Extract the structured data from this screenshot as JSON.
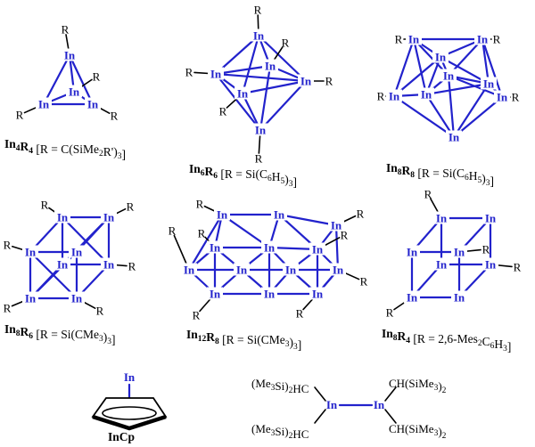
{
  "labels": {
    "in": "In",
    "r": "R",
    "cp_in": "In"
  },
  "captions": [
    {
      "id": "in4r4",
      "formula_parts": [
        [
          "In",
          ""
        ],
        [
          "4",
          "sub"
        ],
        [
          "R",
          ""
        ],
        [
          "4",
          "sub"
        ]
      ],
      "rest_parts": [
        [
          " [R = C(SiMe",
          ""
        ],
        [
          "2",
          "sub"
        ],
        [
          "R')",
          ""
        ],
        [
          "3",
          "sub"
        ],
        [
          "]",
          ""
        ]
      ]
    },
    {
      "id": "in6r6",
      "formula_parts": [
        [
          "In",
          ""
        ],
        [
          "6",
          "sub"
        ],
        [
          "R",
          ""
        ],
        [
          "6",
          "sub"
        ]
      ],
      "rest_parts": [
        [
          " [R = Si(C",
          ""
        ],
        [
          "6",
          "sub"
        ],
        [
          "H",
          ""
        ],
        [
          "5",
          "sub"
        ],
        [
          ")",
          ""
        ],
        [
          "3",
          "sub"
        ],
        [
          "]",
          ""
        ]
      ]
    },
    {
      "id": "in8r8",
      "formula_parts": [
        [
          "In",
          ""
        ],
        [
          "8",
          "sub"
        ],
        [
          "R",
          ""
        ],
        [
          "8",
          "sub"
        ]
      ],
      "rest_parts": [
        [
          " [R = Si(C",
          ""
        ],
        [
          "6",
          "sub"
        ],
        [
          "H",
          ""
        ],
        [
          "5",
          "sub"
        ],
        [
          ")",
          ""
        ],
        [
          "3",
          "sub"
        ],
        [
          "]",
          ""
        ]
      ]
    },
    {
      "id": "in8r6",
      "formula_parts": [
        [
          "In",
          ""
        ],
        [
          "8",
          "sub"
        ],
        [
          "R",
          ""
        ],
        [
          "6",
          "sub"
        ]
      ],
      "rest_parts": [
        [
          " [R = Si(CMe",
          ""
        ],
        [
          "3",
          "sub"
        ],
        [
          ")",
          ""
        ],
        [
          "3",
          "sub"
        ],
        [
          "]",
          ""
        ]
      ]
    },
    {
      "id": "in12r8",
      "formula_parts": [
        [
          "In",
          ""
        ],
        [
          "12",
          "sub"
        ],
        [
          "R",
          ""
        ],
        [
          "8",
          "sub"
        ]
      ],
      "rest_parts": [
        [
          " [R = Si(CMe",
          ""
        ],
        [
          "3",
          "sub"
        ],
        [
          ")",
          ""
        ],
        [
          "3",
          "sub"
        ],
        [
          "]",
          ""
        ]
      ]
    },
    {
      "id": "in8r4",
      "formula_parts": [
        [
          "In",
          ""
        ],
        [
          "8",
          "sub"
        ],
        [
          "R",
          ""
        ],
        [
          "4",
          "sub"
        ]
      ],
      "rest_parts": [
        [
          " [R = 2,6-Mes",
          ""
        ],
        [
          "2",
          "sub"
        ],
        [
          "C",
          ""
        ],
        [
          "6",
          "sub"
        ],
        [
          "H",
          ""
        ],
        [
          "3",
          "sub"
        ],
        [
          "]",
          ""
        ]
      ]
    },
    {
      "id": "incp",
      "formula_parts": [
        [
          "InCp",
          ""
        ]
      ],
      "rest_parts": []
    }
  ],
  "ligands": {
    "tl_parts": [
      [
        "(Me",
        ""
      ],
      [
        "3",
        "sub"
      ],
      [
        "Si)",
        ""
      ],
      [
        "2",
        "sub"
      ],
      [
        "HC",
        ""
      ]
    ],
    "bl_parts": [
      [
        "(Me",
        ""
      ],
      [
        "3",
        "sub"
      ],
      [
        "Si)",
        ""
      ],
      [
        "2",
        "sub"
      ],
      [
        "HC",
        ""
      ]
    ],
    "tr_parts": [
      [
        "CH(SiMe",
        ""
      ],
      [
        "3",
        "sub"
      ],
      [
        ")",
        ""
      ],
      [
        "2",
        "sub"
      ]
    ],
    "br_parts": [
      [
        "CH(SiMe",
        ""
      ],
      [
        "3",
        "sub"
      ],
      [
        ")",
        ""
      ],
      [
        "2",
        "sub"
      ]
    ]
  }
}
